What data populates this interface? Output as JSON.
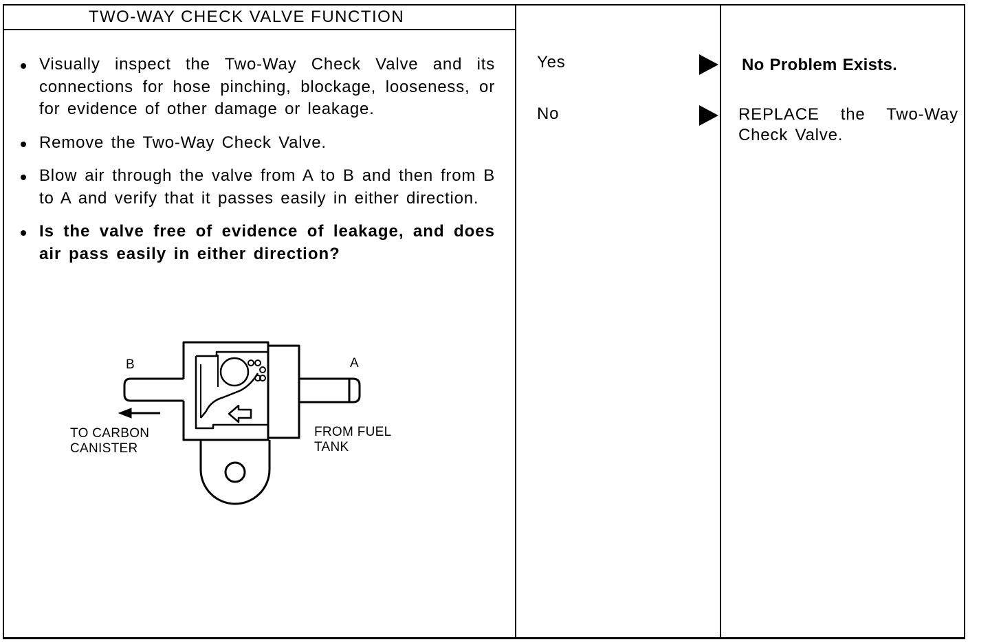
{
  "header": {
    "title": "TWO-WAY CHECK VALVE FUNCTION"
  },
  "steps": [
    {
      "text": "Visually inspect the Two-Way Check Valve and its connections for hose pinching, blockage, looseness, or for evidence of other damage or leakage."
    },
    {
      "text": "Remove the Two-Way Check Valve."
    },
    {
      "text": "Blow air through the valve from A to B and then from B to A and verify that it passes easily in either direction."
    },
    {
      "text": "Is the valve free of evidence of leakage, and does air pass easily in either direction?"
    }
  ],
  "diagram": {
    "label_b": "B",
    "label_a": "A",
    "label_to": "TO CARBON CANISTER",
    "label_from": "FROM FUEL TANK"
  },
  "answers": [
    {
      "label": "Yes",
      "result": "No Problem Exists."
    },
    {
      "label": "No",
      "result": "REPLACE the Two-Way Check Valve."
    }
  ],
  "icons": {
    "bullet": "bullet-dot",
    "arrow": "triangle-right-arrow"
  }
}
